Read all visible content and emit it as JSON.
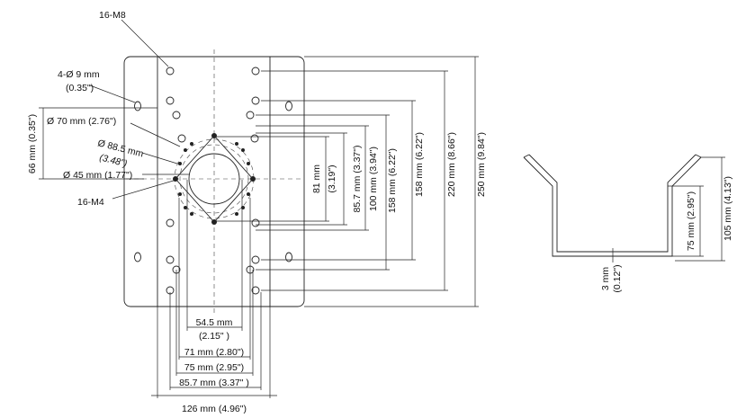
{
  "labels": {
    "m8": "16-M8",
    "m4": "16-M4",
    "hole_dia": "4-Ø 9 mm",
    "hole_dia_in": "(0.35\")",
    "d70": "Ø 70 mm (2.76\")",
    "d885": "Ø 88.5 mm",
    "d885_in": "(3.48\")",
    "d45": "Ø 45 mm (1.77\")",
    "v66": "66 mm (0.35\")",
    "v81": "81 mm",
    "v81_in": "(3.19\")",
    "v857": "85.7 mm (3.37\")",
    "v100": "100 mm (3.94\")",
    "v158a": "158 mm (6.22\")",
    "v158b": "158 mm (6.22\")",
    "v220": "220 mm (8.66\")",
    "v250": "250 mm (9.84\")",
    "h545": "54.5 mm",
    "h545_in": "(2.15\" )",
    "h71": "71 mm (2.80\")",
    "h75": "75 mm (2.95\")",
    "h857": "85.7 mm (3.37\" )",
    "h126": "126 mm (4.96\")",
    "s3": "3 mm",
    "s3_in": "(0.12\")",
    "s75": "75 mm (2.95\")",
    "s105": "105 mm (4.13\")"
  }
}
